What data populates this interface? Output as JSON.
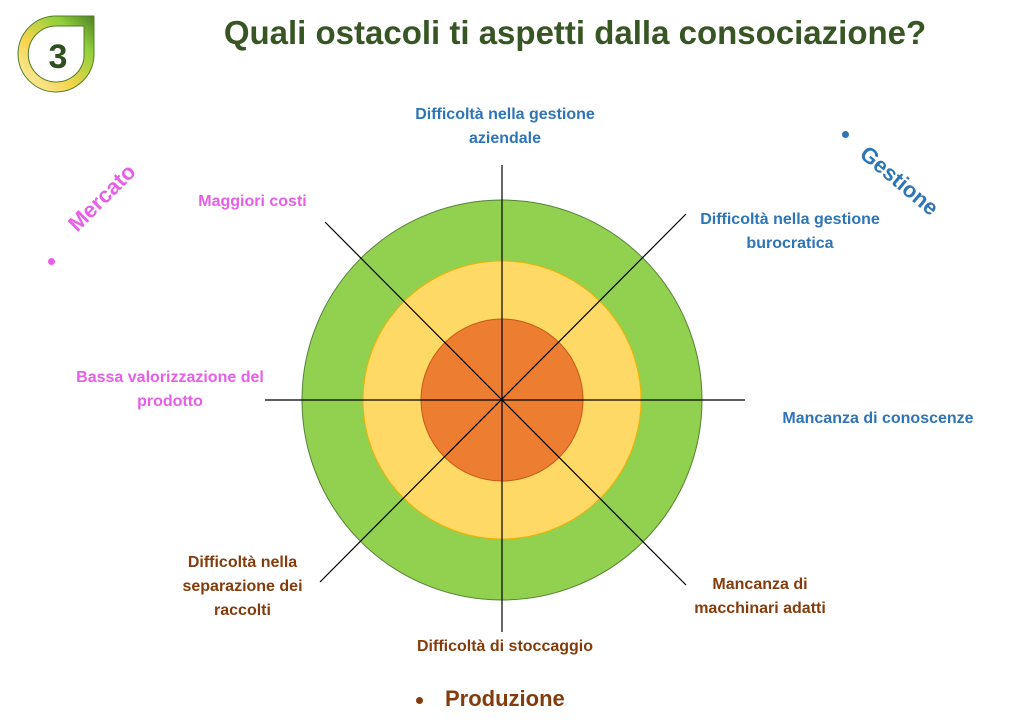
{
  "slide_number": "3",
  "title": "Quali ostacoli ti aspetti dalla consociazione?",
  "categories": {
    "mercato": "Mercato",
    "gestione": "Gestione",
    "produzione": "Produzione"
  },
  "labels": {
    "top": "Difficoltà nella gestione aziendale",
    "top_right": "Difficoltà nella gestione burocratica",
    "right": "Mancanza di conoscenze",
    "bottom_right": "Mancanza di macchinari adatti",
    "bottom": "Difficoltà di stoccaggio",
    "bottom_left": "Difficoltà nella separazione dei raccolti",
    "left": "Bassa valorizzazione del prodotto",
    "top_left": "Maggiori costi"
  },
  "colors": {
    "outer": "#92d050",
    "middle": "#ffd966",
    "inner": "#ed7d31",
    "gestione": "#2e75b6",
    "mercato": "#e85ee8",
    "produzione": "#843c0c"
  }
}
